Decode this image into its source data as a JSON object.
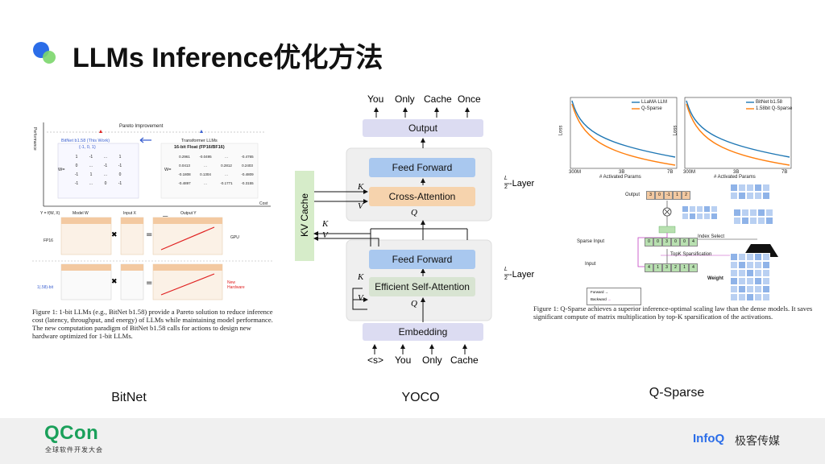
{
  "slide": {
    "title": "LLMs Inference优化方法",
    "captions": {
      "bitnet": "BitNet",
      "yoco": "YOCO",
      "qsparse": "Q-Sparse"
    }
  },
  "footer": {
    "qcon_logo": "QCon",
    "qcon_sub": "全球软件开发大会",
    "infoq_logo": "InfoQ",
    "infoq_sub": "极客传媒"
  },
  "bitnet": {
    "pareto_label": "Pareto Improvement",
    "performance_label": "Performance",
    "cost_label": "Cost",
    "bitnet_title": "BitNet b1.58 (This Work)",
    "bitnet_values": "{-1, 0, 1}",
    "transformer_title": "Transformer LLMs",
    "transformer_sub": "16-bit Float (FP16/BF16)",
    "w_label": "W=",
    "w_label2": "W=",
    "y_eq": "Y = f(W, X)",
    "model_w": "Model W",
    "input_x": "Input X",
    "output_y": "Output Y",
    "fp16_label": "FP16",
    "bit_label": "1(.58)-bit",
    "gpu_label": "GPU",
    "new_hw_label": "New Hardware",
    "figure_caption": "Figure 1: 1-bit LLMs (e.g., BitNet b1.58) provide a Pareto solution to reduce inference cost (latency, throughput, and energy) of LLMs while maintaining model performance. The new computation paradigm of BitNet b1.58 calls for actions to design new hardware optimized for 1-bit LLMs.",
    "matrix_bit": [
      [
        "1",
        "-1",
        "...",
        "1"
      ],
      [
        "0",
        "...",
        "-1",
        "-1"
      ],
      [
        "-1",
        "1",
        "...",
        "0"
      ],
      [
        "-1",
        "...",
        "0",
        "-1"
      ]
    ],
    "matrix_fp": [
      [
        "0.2961",
        "-0.0495",
        "...",
        "-0.4765"
      ],
      [
        "0.0413",
        "...",
        "0.2812",
        "0.2403"
      ],
      [
        "-0.1808",
        "0.1304",
        "...",
        "-0.4809"
      ],
      [
        "-0.4897",
        "...",
        "-0.1771",
        "-0.3155"
      ]
    ]
  },
  "yoco": {
    "out_tokens": [
      "You",
      "Only",
      "Cache",
      "Once"
    ],
    "in_tokens": [
      "<s>",
      "You",
      "Only",
      "Cache"
    ],
    "output_box": "Output",
    "ff_top": "Feed Forward",
    "cross_attn": "Cross-Attention",
    "ff_bottom": "Feed Forward",
    "self_attn": "Efficient Self-Attention",
    "embedding": "Embedding",
    "kv_cache": "KV Cache",
    "layer_top": "-Layer",
    "layer_bottom": "-Layer",
    "frac_num": "L",
    "frac_den": "2",
    "k": "K",
    "v": "V",
    "q": "Q",
    "colors": {
      "blue_box": "#a9c8ef",
      "orange_box": "#f6d3ad",
      "green_box": "#d8e4d2",
      "gray_box": "#dcdcf2",
      "kv_green": "#d6ecc9",
      "panel": "#efefef"
    }
  },
  "qsparse": {
    "legend_left": [
      "LLaMA LLM",
      "Q-Sparse"
    ],
    "legend_right": [
      "BitNet b1.58",
      "1.58bit Q-Sparse"
    ],
    "loss_label": "Loss",
    "x_label": "# Activated Params",
    "x_ticks": [
      "300M",
      "3B",
      "7B"
    ],
    "output_label": "Output",
    "output_values": [
      "3",
      "0",
      "-1",
      "1",
      "2"
    ],
    "sparse_input_label": "Sparse Input",
    "sparse_values": [
      "0",
      "0",
      "3",
      "0",
      "0",
      "4"
    ],
    "input_label": "Input",
    "input_values": [
      "4",
      "1",
      "3",
      "2",
      "1",
      "4"
    ],
    "index_select": "Index Select",
    "topk": "TopK Sparsification",
    "weight_label": "Weight",
    "forward_label": "Forward",
    "backward_label": "Backward",
    "figure_caption": "Figure 1: Q-Sparse achieves a superior inference-optimal scaling law than the dense models. It saves significant compute of matrix multiplication by top-K sparsification of the activations.",
    "colors": {
      "blue": "#1f77b4",
      "orange": "#ff7f0e"
    }
  }
}
